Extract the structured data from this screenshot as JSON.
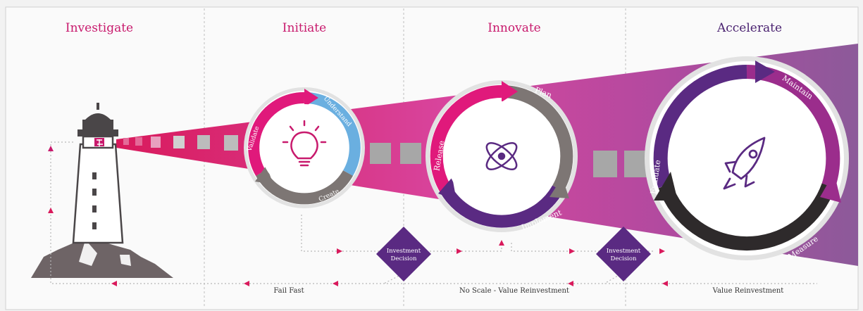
{
  "stages": [
    {
      "title": "Investigate"
    },
    {
      "title": "Initiate"
    },
    {
      "title": "Innovate"
    },
    {
      "title": "Accelerate"
    }
  ],
  "cycles": {
    "initiate": {
      "arcs": [
        "Understand",
        "Create",
        "Validate"
      ],
      "icon": "lightbulb-icon"
    },
    "innovate": {
      "arcs": [
        "Plan",
        "Implement",
        "Release"
      ],
      "icon": "atom-icon"
    },
    "accelerate": {
      "arcs": [
        "Maintain",
        "Measure",
        "Evaluate"
      ],
      "icon": "rocket-icon"
    }
  },
  "decisions": [
    {
      "line1": "Investment",
      "line2": "Decision"
    },
    {
      "line1": "Investment",
      "line2": "Decision"
    }
  ],
  "bottom_labels": [
    "Fail Fast",
    "No Scale - Value Reinvestment",
    "Value Reinvestment"
  ],
  "colors": {
    "magenta": "#e0197b",
    "pink": "#c81a6d",
    "purple": "#5a2a82",
    "blue": "#6aafe0",
    "gray": "#7d7674",
    "dark": "#2e2a2b"
  }
}
